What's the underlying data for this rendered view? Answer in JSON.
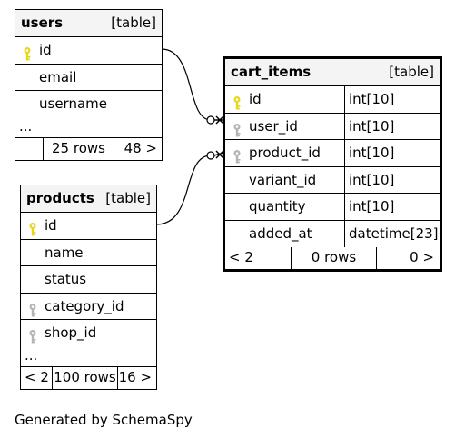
{
  "tables": {
    "users": {
      "name": "users",
      "tag": "[table]",
      "columns": [
        {
          "name": "id",
          "key": "primary"
        },
        {
          "name": "email",
          "key": "none"
        },
        {
          "name": "username",
          "key": "none"
        }
      ],
      "ellipsis": "...",
      "footer": [
        "",
        "25 rows",
        "48 >"
      ]
    },
    "cart_items": {
      "name": "cart_items",
      "tag": "[table]",
      "columns": [
        {
          "name": "id",
          "type": "int[10]",
          "key": "primary"
        },
        {
          "name": "user_id",
          "type": "int[10]",
          "key": "foreign"
        },
        {
          "name": "product_id",
          "type": "int[10]",
          "key": "foreign"
        },
        {
          "name": "variant_id",
          "type": "int[10]",
          "key": "none"
        },
        {
          "name": "quantity",
          "type": "int[10]",
          "key": "none"
        },
        {
          "name": "added_at",
          "type": "datetime[23]",
          "key": "none"
        }
      ],
      "footer": [
        "< 2",
        "0 rows",
        "0 >"
      ]
    },
    "products": {
      "name": "products",
      "tag": "[table]",
      "columns": [
        {
          "name": "id",
          "key": "primary"
        },
        {
          "name": "name",
          "key": "none"
        },
        {
          "name": "status",
          "key": "none"
        },
        {
          "name": "category_id",
          "key": "foreign"
        },
        {
          "name": "shop_id",
          "key": "foreign"
        }
      ],
      "ellipsis": "...",
      "footer": [
        "< 2",
        "100 rows",
        "16 >"
      ]
    }
  },
  "colors": {
    "primary_key": "#e6d81e",
    "foreign_key": "#b4b4b4",
    "header_bg": "#f4f4f4"
  },
  "generated_by": "Generated by SchemaSpy"
}
